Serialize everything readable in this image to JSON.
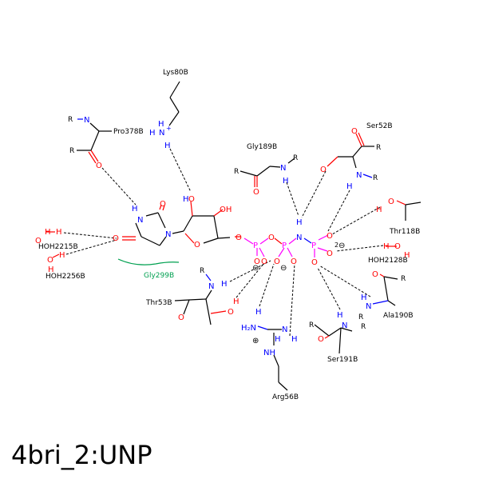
{
  "title": "4bri_2:UNP",
  "residues": {
    "lys80": "Lys80B",
    "pro378": "Pro378B",
    "gly189": "Gly189B",
    "ser52": "Ser52B",
    "thr118": "Thr118B",
    "hoh2128": "HOH2128B",
    "ala190": "Ala190B",
    "ser191": "Ser191B",
    "arg56": "Arg56B",
    "thr53": "Thr53B",
    "gly299": "Gly299B",
    "hoh2215": "HOH2215B",
    "hoh2256": "HOH2256B"
  },
  "atoms": {
    "R": "R",
    "N": "N",
    "O": "O",
    "H": "H",
    "P": "P",
    "NH": "NH",
    "OH": "OH",
    "HO": "HO",
    "H2N": "H₂N",
    "plus": "+",
    "two": "2",
    "minus": "⊖",
    "oplus": "⊕"
  },
  "colors": {
    "oxygen": "#ff0000",
    "nitrogen": "#0000ff",
    "phosphorus": "#ff00ff",
    "hydrophobic": "#00a050"
  }
}
